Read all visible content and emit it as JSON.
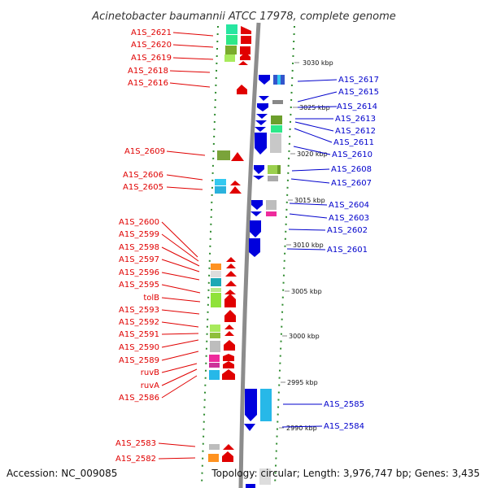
{
  "title": "Acinetobacter baumannii ATCC 17978, complete genome",
  "footer": {
    "accession": "Accession: NC_009085",
    "topology": "Topology: circular; Length: 3,976,747 bp; Genes: 3,435"
  },
  "ticks": [
    "3030 kbp",
    "3025 kbp",
    "3020 kbp",
    "3015 kbp",
    "3010 kbp",
    "3005 kbp",
    "3000 kbp",
    "2995 kbp",
    "2990 kbp"
  ],
  "left_labels": [
    "A1S_2621",
    "A1S_2620",
    "A1S_2619",
    "A1S_2618",
    "A1S_2616",
    "A1S_2609",
    "A1S_2606",
    "A1S_2605",
    "A1S_2600",
    "A1S_2599",
    "A1S_2598",
    "A1S_2597",
    "A1S_2596",
    "A1S_2595",
    "tolB",
    "A1S_2593",
    "A1S_2592",
    "A1S_2591",
    "A1S_2590",
    "A1S_2589",
    "ruvB",
    "ruvA",
    "A1S_2586",
    "A1S_2583",
    "A1S_2582"
  ],
  "right_labels": [
    "A1S_2617",
    "A1S_2615",
    "A1S_2614",
    "A1S_2613",
    "A1S_2612",
    "A1S_2611",
    "A1S_2610",
    "A1S_2608",
    "A1S_2607",
    "A1S_2604",
    "A1S_2603",
    "A1S_2602",
    "A1S_2601",
    "A1S_2585",
    "A1S_2584"
  ],
  "colors": {
    "forward_strand": "#e00000",
    "reverse_strand": "#0000cc",
    "backbone": "#888888",
    "ruler": "#2e8b2e"
  }
}
